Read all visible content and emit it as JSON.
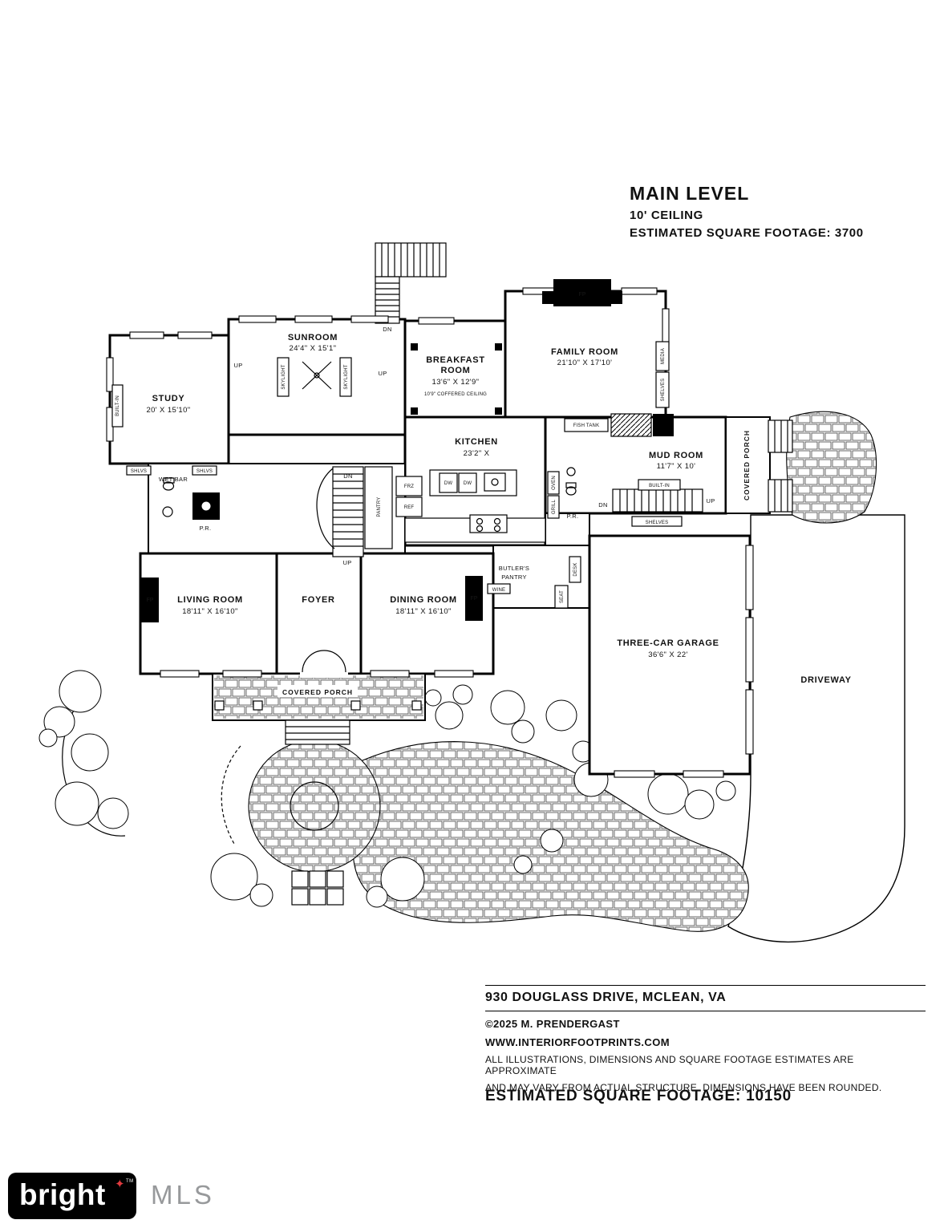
{
  "header": {
    "title": "MAIN LEVEL",
    "ceiling": "10' CEILING",
    "sqft": "ESTIMATED SQUARE FOOTAGE: 3700"
  },
  "rooms": {
    "sunroom": {
      "name": "SUNROOM",
      "dims": "24'4\" X 15'1\""
    },
    "study": {
      "name": "STUDY",
      "dims": "20' X 15'10\""
    },
    "breakfast": {
      "line1": "BREAKFAST",
      "line2": "ROOM",
      "dims": "13'6\" X 12'9\"",
      "note": "10'9\" COFFERED CEILING"
    },
    "family": {
      "name": "FAMILY ROOM",
      "dims": "21'10\" X 17'10'"
    },
    "kitchen": {
      "name": "KITCHEN",
      "dims": "23'2\" X"
    },
    "mudroom": {
      "name": "MUD ROOM",
      "dims": "11'7\" X 10'"
    },
    "butlers": {
      "line1": "BUTLER'S",
      "line2": "PANTRY"
    },
    "living": {
      "name": "LIVING ROOM",
      "dims": "18'11\" X 16'10\""
    },
    "foyer": {
      "name": "FOYER"
    },
    "dining": {
      "name": "DINING ROOM",
      "dims": "18'11\" X 16'10\""
    },
    "garage": {
      "name": "THREE-CAR GARAGE",
      "dims": "36'6\" X 22'"
    },
    "driveway": {
      "name": "DRIVEWAY"
    }
  },
  "labels": {
    "dn": "DN",
    "up": "UP",
    "fp": "FP",
    "skylight": "SKYLIGHT",
    "built_in": "BUILT-IN",
    "shlvs": "SHLVS",
    "shelves": "SHELVES",
    "media": "MEDIA",
    "fish_tank": "FISH TANK",
    "pantry": "PANTRY",
    "frz": "FRZ",
    "ref": "REF",
    "dw": "DW",
    "oven": "OVEN",
    "grill": "GRILL",
    "pr": "P.R.",
    "desk": "DESK",
    "seat": "SEAT",
    "wine": "WINE",
    "wet_bar": "WET BAR",
    "covered_porch": "COVERED PORCH"
  },
  "footer": {
    "address": "930 DOUGLASS DRIVE, MCLEAN, VA",
    "copyright": "©2025 M. PRENDERGAST",
    "website": "WWW.INTERIORFOOTPRINTS.COM",
    "disclaimer1": "ALL ILLUSTRATIONS, DIMENSIONS AND SQUARE FOOTAGE ESTIMATES ARE APPROXIMATE",
    "disclaimer2": "AND MAY VARY FROM ACTUAL STRUCTURE. DIMENSIONS HAVE BEEN ROUNDED.",
    "total": "ESTIMATED SQUARE FOOTAGE:  10150"
  },
  "logo": {
    "brand": "bright",
    "mls": "MLS",
    "tm": "TM"
  }
}
